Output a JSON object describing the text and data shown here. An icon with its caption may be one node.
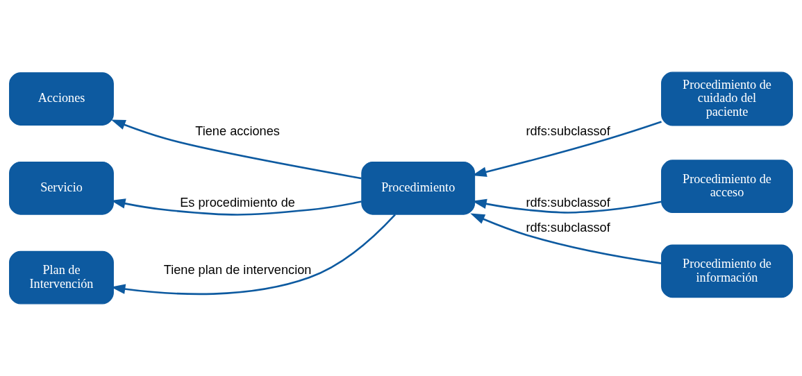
{
  "diagram": {
    "nodes": [
      {
        "text": [
          "Acciones"
        ]
      },
      {
        "text": [
          "Procedimiento de cuidado del paciente"
        ]
      },
      {
        "text": [
          "Servicio"
        ]
      },
      {
        "text": [
          "Procedimiento"
        ]
      },
      {
        "text": [
          "Procedimiento de acceso"
        ]
      },
      {
        "text": [
          "Procedimiento de información"
        ]
      },
      {
        "text": [
          "Plan de Intervención"
        ]
      }
    ],
    "edges": [
      {
        "from": 3,
        "to": 0,
        "arrow": "to",
        "label": "Tiene acciones"
      },
      {
        "from": 1,
        "to": 3,
        "arrow": "to",
        "label": "rdfs:subclassof"
      },
      {
        "from": 4,
        "to": 3,
        "arrow": "to",
        "label": "rdfs:subclassof"
      },
      {
        "from": 3,
        "to": 2,
        "arrow": "to",
        "label": "Es procedimiento de"
      },
      {
        "from": 5,
        "to": 3,
        "arrow": "to",
        "label": "rdfs:subclassof"
      },
      {
        "from": 3,
        "to": 6,
        "arrow": "to",
        "label": "Tiene plan de intervencion"
      }
    ]
  }
}
